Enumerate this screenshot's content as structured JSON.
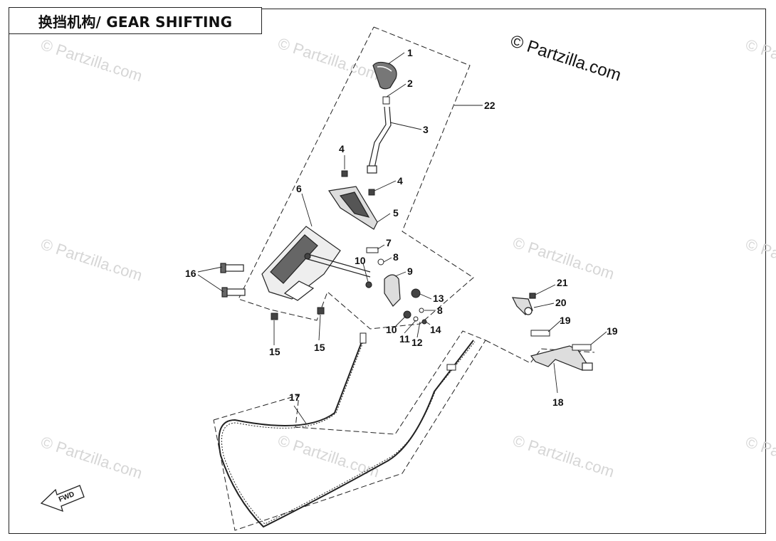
{
  "header": {
    "title": "换挡机构/ GEAR SHIFTING"
  },
  "copyright": "© Partzilla.com",
  "watermarks": [
    "© Partzilla.com",
    "© Partzilla.com",
    "© Partzilla.com",
    "© Partzilla.com",
    "© Partzilla.com",
    "© Partzilla.com",
    "© Partzilla.com",
    "© Partzilla.com",
    "© Partzilla.com",
    "© Partzilla.com"
  ],
  "fwd_label": "FWD",
  "callouts": [
    {
      "id": "c1",
      "label": "1"
    },
    {
      "id": "c2",
      "label": "2"
    },
    {
      "id": "c3",
      "label": "3"
    },
    {
      "id": "c4a",
      "label": "4"
    },
    {
      "id": "c4b",
      "label": "4"
    },
    {
      "id": "c5",
      "label": "5"
    },
    {
      "id": "c6",
      "label": "6"
    },
    {
      "id": "c7",
      "label": "7"
    },
    {
      "id": "c8a",
      "label": "8"
    },
    {
      "id": "c8b",
      "label": "8"
    },
    {
      "id": "c9",
      "label": "9"
    },
    {
      "id": "c10a",
      "label": "10"
    },
    {
      "id": "c10b",
      "label": "10"
    },
    {
      "id": "c11",
      "label": "11"
    },
    {
      "id": "c12",
      "label": "12"
    },
    {
      "id": "c13",
      "label": "13"
    },
    {
      "id": "c14",
      "label": "14"
    },
    {
      "id": "c15a",
      "label": "15"
    },
    {
      "id": "c15b",
      "label": "15"
    },
    {
      "id": "c16",
      "label": "16"
    },
    {
      "id": "c17",
      "label": "17"
    },
    {
      "id": "c18",
      "label": "18"
    },
    {
      "id": "c19a",
      "label": "19"
    },
    {
      "id": "c19b",
      "label": "19"
    },
    {
      "id": "c20",
      "label": "20"
    },
    {
      "id": "c21",
      "label": "21"
    },
    {
      "id": "c22",
      "label": "22"
    }
  ],
  "colors": {
    "line": "#222222",
    "watermark": "#d6d6d6"
  }
}
